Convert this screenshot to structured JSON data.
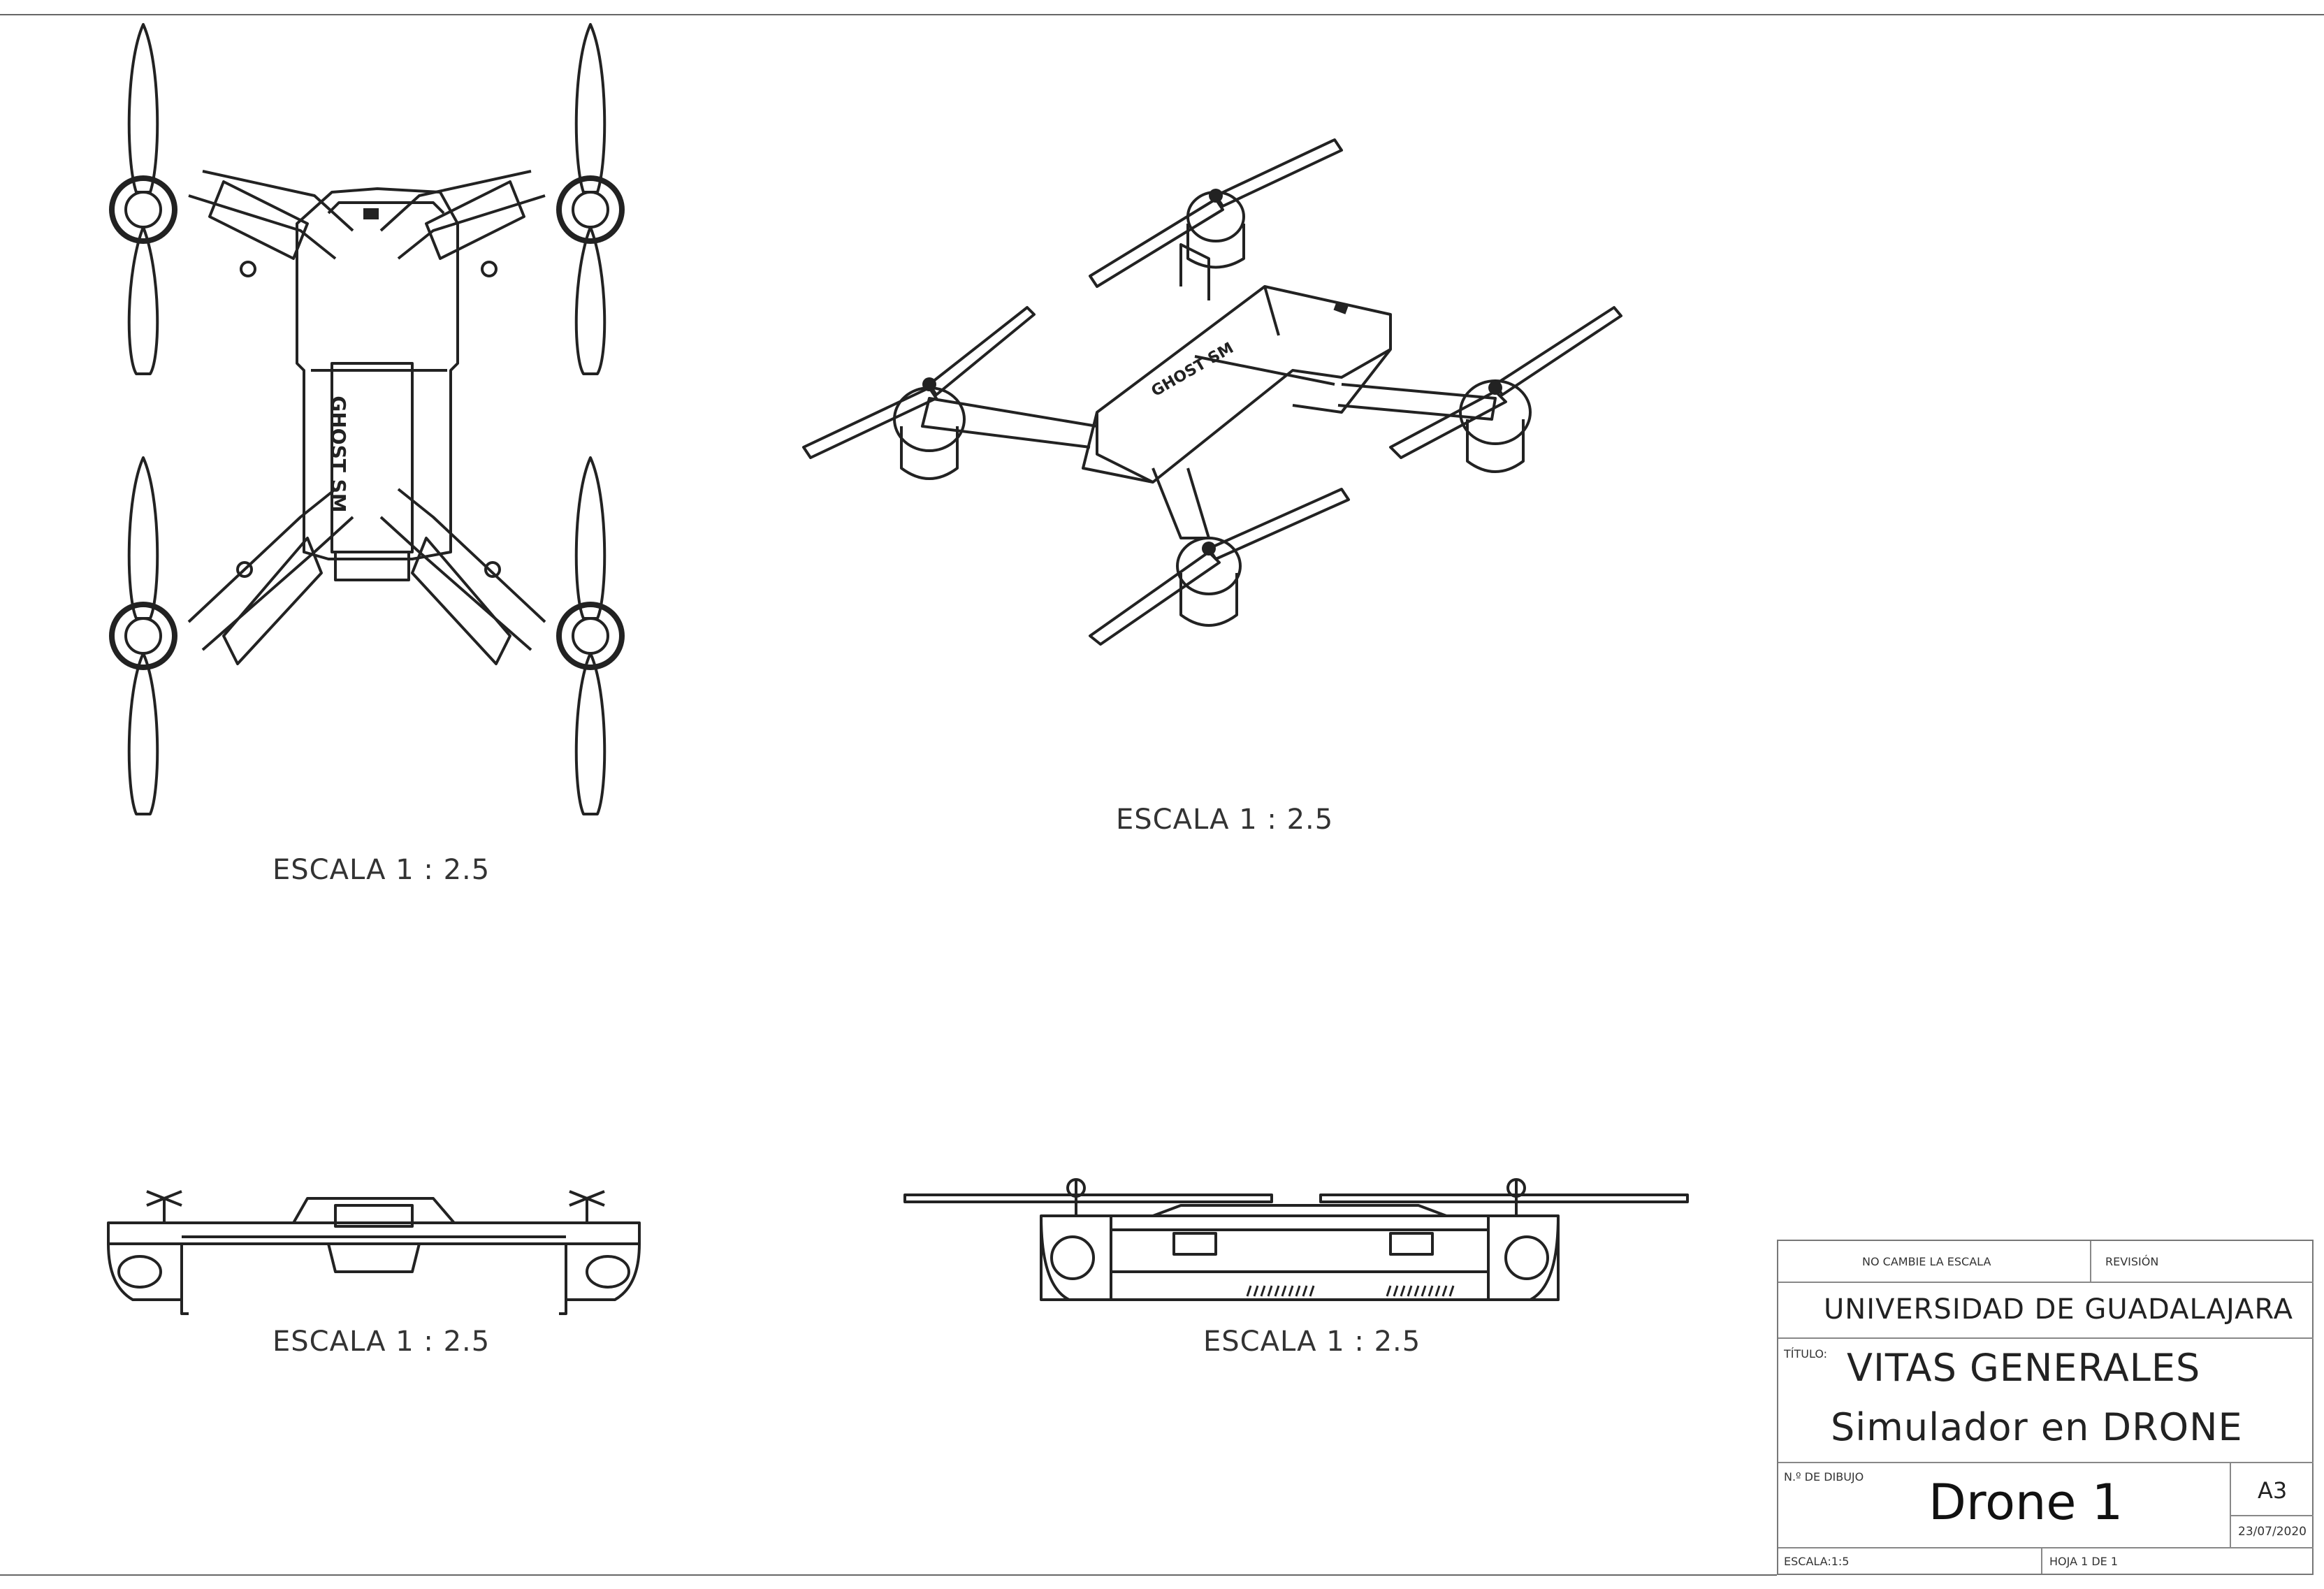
{
  "views": {
    "top_view_scale": "ESCALA 1 : 2.5",
    "iso_view_scale": "ESCALA 1 : 2.5",
    "front_view_scale": "ESCALA 1 : 2.5",
    "side_view_scale": "ESCALA 1 : 2.5",
    "drone_label": "GHOST SM"
  },
  "title_block": {
    "no_scale_note": "NO CAMBIE LA ESCALA",
    "revision_label": "REVISIÓN",
    "institution": "UNIVERSIDAD DE GUADALAJARA",
    "title_label": "TÍTULO:",
    "title_line1": "VITAS GENERALES",
    "title_line2": "Simulador en DRONE",
    "drawing_no_label": "N.º DE DIBUJO",
    "drawing_no": "Drone 1",
    "sheet_size": "A3",
    "date": "23/07/2020",
    "scale": "ESCALA:1:5",
    "sheet": "HOJA 1 DE 1"
  }
}
